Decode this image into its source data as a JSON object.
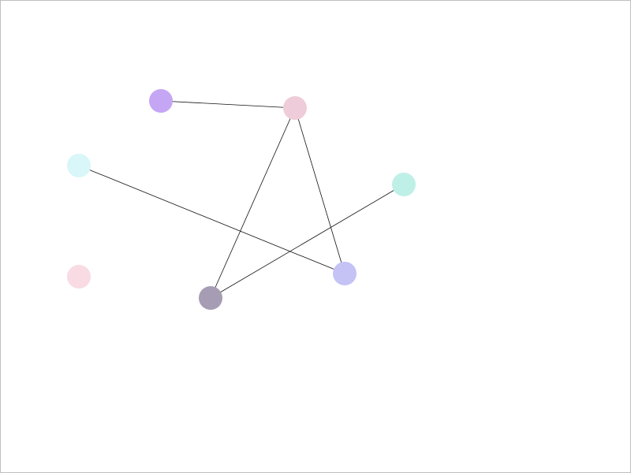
{
  "graph": {
    "nodes": [
      {
        "id": "n1",
        "color": "#c5a6f5"
      },
      {
        "id": "n2",
        "color": "#efccd9"
      },
      {
        "id": "n3",
        "color": "#d9f6f9"
      },
      {
        "id": "n4",
        "color": "#bff0e8"
      },
      {
        "id": "n5",
        "color": "#c5c2f6"
      },
      {
        "id": "n6",
        "color": "#f8dbe3"
      },
      {
        "id": "n7",
        "color": "#a69cb3"
      }
    ],
    "edges": [
      {
        "from": "n1",
        "to": "n2"
      },
      {
        "from": "n2",
        "to": "n7"
      },
      {
        "from": "n2",
        "to": "n5"
      },
      {
        "from": "n3",
        "to": "n5"
      },
      {
        "from": "n4",
        "to": "n7"
      }
    ],
    "edge_color": "#111111"
  }
}
